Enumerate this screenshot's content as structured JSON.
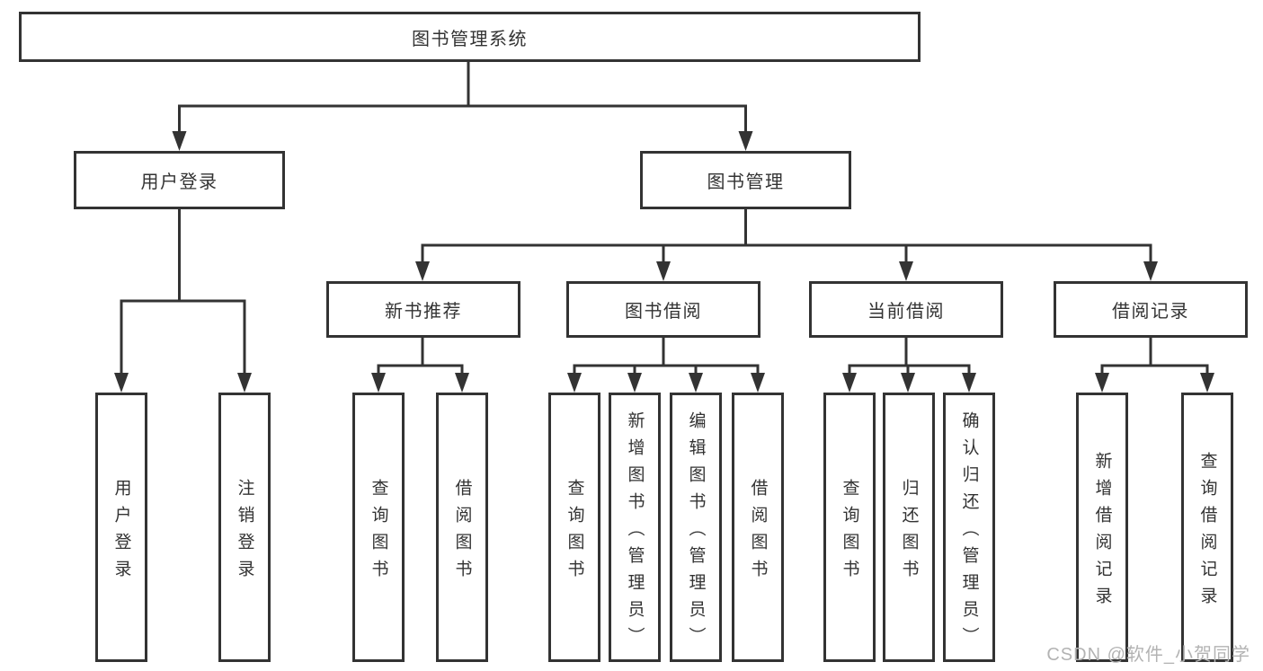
{
  "diagram_title": "图书管理系统",
  "nodes": {
    "root": "图书管理系统",
    "user_login": "用户登录",
    "book_mgmt": "图书管理",
    "new_book_rec": "新书推荐",
    "book_borrowing": "图书借阅",
    "current_borrowing": "当前借阅",
    "borrowing_records": "借阅记录",
    "user_login_leaf": "用户登录",
    "logout_leaf": "注销登录",
    "nb_query_books": "查询图书",
    "nb_borrow_books": "借阅图书",
    "bb_query_books": "查询图书",
    "bb_add_books": "新增图书（管理员）",
    "bb_edit_books": "编辑图书（管理员）",
    "bb_borrow_books": "借阅图书",
    "cb_query_books": "查询图书",
    "cb_return_books": "归还图书",
    "cb_confirm_return": "确认归还（管理员）",
    "br_add_record": "新增借阅记录",
    "br_query_record": "查询借阅记录"
  },
  "hierarchy": {
    "图书管理系统": {
      "用户登录": [
        "用户登录",
        "注销登录"
      ],
      "图书管理": {
        "新书推荐": [
          "查询图书",
          "借阅图书"
        ],
        "图书借阅": [
          "查询图书",
          "新增图书（管理员）",
          "编辑图书（管理员）",
          "借阅图书"
        ],
        "当前借阅": [
          "查询图书",
          "归还图书",
          "确认归还（管理员）"
        ],
        "借阅记录": [
          "新增借阅记录",
          "查询借阅记录"
        ]
      }
    }
  },
  "watermark": "CSDN @软件_小贺同学",
  "colors": {
    "line": "#333333",
    "text": "#333333",
    "box_background": "#ffffff",
    "watermark": "#b3b3b3",
    "background": "#ffffff"
  }
}
